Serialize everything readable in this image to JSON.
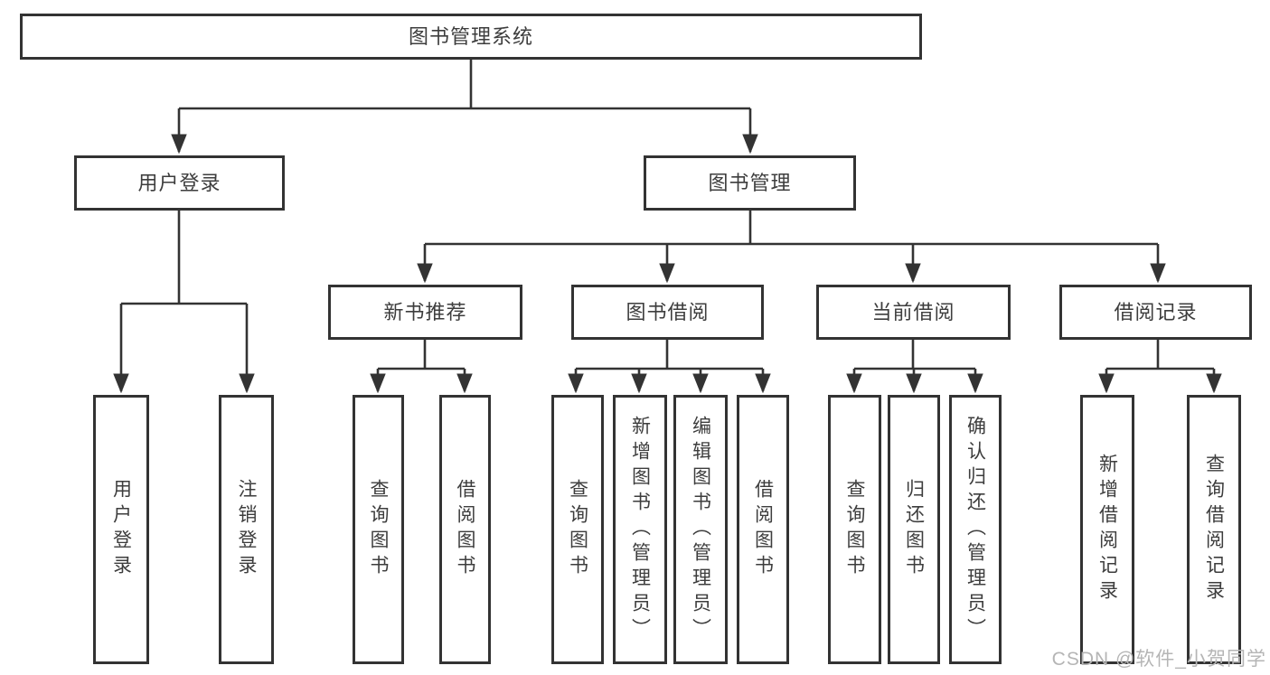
{
  "diagram": {
    "root": {
      "label": "图书管理系统"
    },
    "branches": [
      {
        "label": "用户登录",
        "children": [
          {
            "label": "用户登录"
          },
          {
            "label": "注销登录"
          }
        ]
      },
      {
        "label": "图书管理",
        "children": [
          {
            "label": "新书推荐",
            "children": [
              {
                "label": "查询图书"
              },
              {
                "label": "借阅图书"
              }
            ]
          },
          {
            "label": "图书借阅",
            "children": [
              {
                "label": "查询图书"
              },
              {
                "label": "新增图书（管理员）"
              },
              {
                "label": "编辑图书（管理员）"
              },
              {
                "label": "借阅图书"
              }
            ]
          },
          {
            "label": "当前借阅",
            "children": [
              {
                "label": "查询图书"
              },
              {
                "label": "归还图书"
              },
              {
                "label": "确认归还（管理员）"
              }
            ]
          },
          {
            "label": "借阅记录",
            "children": [
              {
                "label": "新增借阅记录"
              },
              {
                "label": "查询借阅记录"
              }
            ]
          }
        ]
      }
    ]
  },
  "watermark": {
    "text": "CSDN @软件_小贺同学"
  },
  "colors": {
    "line": "#333333",
    "box_border": "#333333",
    "text": "#3d3d3d",
    "watermark": "#b5b5b5",
    "background": "#ffffff"
  }
}
